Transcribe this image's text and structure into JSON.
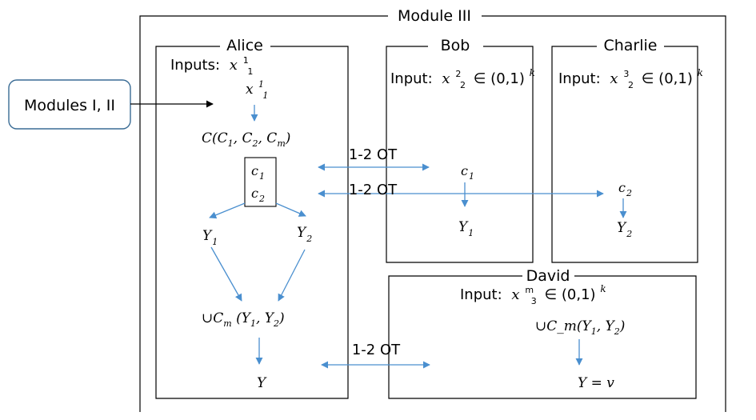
{
  "module": {
    "title": "Module III"
  },
  "external": {
    "label": "Modules I, II"
  },
  "alice": {
    "title": "Alice",
    "inputs_label": "Inputs:",
    "input_var": "x",
    "input_sup": "1",
    "input_sub": "1",
    "x_var": "x",
    "x_sup": "1",
    "x_sub": "1",
    "circuit": "C(C",
    "circuit_s1": "1",
    "circuit_mid": ", C",
    "circuit_s2": "2",
    "circuit_mid2": ", C",
    "circuit_sm": "m",
    "circuit_end": ")",
    "c1": "c",
    "c1_sub": "1",
    "c2": "c",
    "c2_sub": "2",
    "y1": "Y",
    "y1_sub": "1",
    "y2": "Y",
    "y2_sub": "2",
    "union_pre": "∪C",
    "union_sub": "m",
    "union_args": " (Y",
    "union_a1": "1",
    "union_mid": ", Y",
    "union_a2": "2",
    "union_end": ")",
    "output": "Y"
  },
  "bob": {
    "title": "Bob",
    "input_label": "Input:",
    "var": "x",
    "sup": "2",
    "sub": "2",
    "range": "∈ (0,1)",
    "exp": "k",
    "c": "c",
    "c_sub": "1",
    "y": "Y",
    "y_sub": "1"
  },
  "charlie": {
    "title": "Charlie",
    "input_label": "Input:",
    "var": "x",
    "sup": "3",
    "sub": "2",
    "range": "∈ (0,1)",
    "exp": "k",
    "c": "c",
    "c_sub": "2",
    "y": "Y",
    "y_sub": "2"
  },
  "david": {
    "title": "David",
    "input_label": "Input:",
    "var": "x",
    "sup": "m",
    "sub": "3",
    "range": "∈ (0,1)",
    "exp": "k",
    "union": "∪C_m(Y",
    "union_s1": "1",
    "union_mid": ", Y",
    "union_s2": "2",
    "union_end": ")",
    "output": "Y = v"
  },
  "ot": {
    "label1": "1-2 OT",
    "label2": "1-2 OT",
    "label3": "1-2 OT"
  },
  "colors": {
    "arrow": "#4a8fcf",
    "stroke": "#000000"
  }
}
